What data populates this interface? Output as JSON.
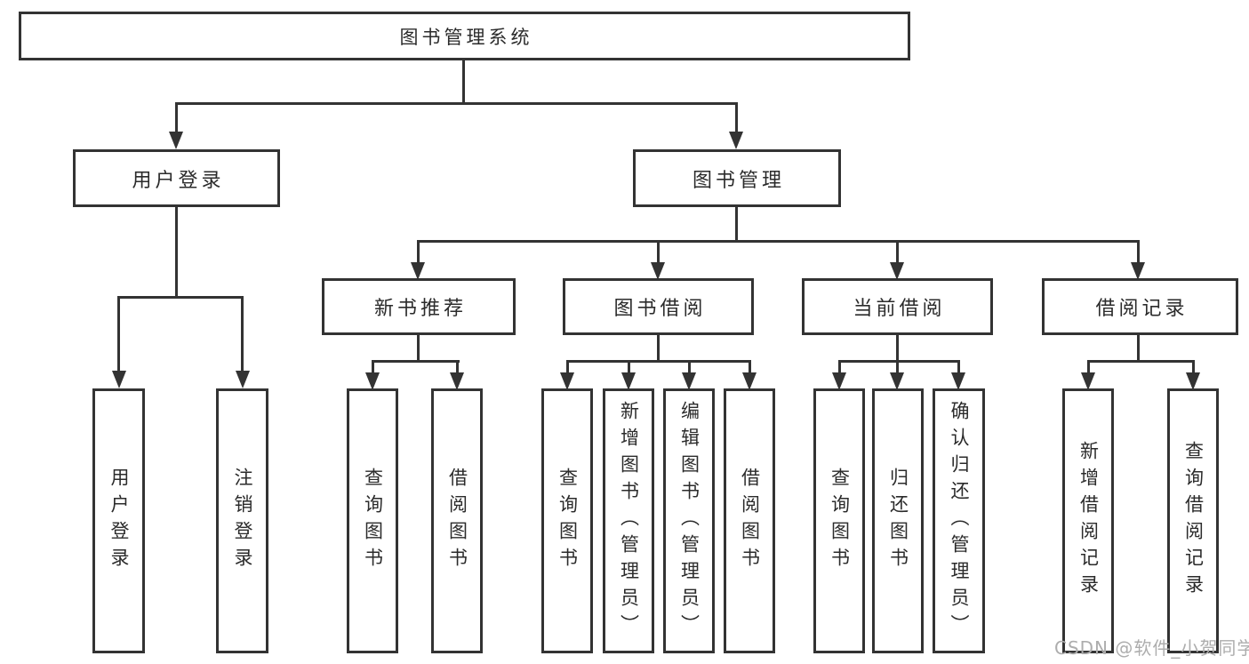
{
  "tree": {
    "root": {
      "label": "图书管理系统"
    },
    "branches": [
      {
        "label": "用户登录",
        "children": [
          {
            "label": "用户登录"
          },
          {
            "label": "注销登录"
          }
        ]
      },
      {
        "label": "图书管理",
        "children": [
          {
            "label": "新书推荐",
            "children": [
              {
                "label": "查询图书"
              },
              {
                "label": "借阅图书"
              }
            ]
          },
          {
            "label": "图书借阅",
            "children": [
              {
                "label": "查询图书"
              },
              {
                "label": "新增图书（管理员）"
              },
              {
                "label": "编辑图书（管理员）"
              },
              {
                "label": "借阅图书"
              }
            ]
          },
          {
            "label": "当前借阅",
            "children": [
              {
                "label": "查询图书"
              },
              {
                "label": "归还图书"
              },
              {
                "label": "确认归还（管理员）"
              }
            ]
          },
          {
            "label": "借阅记录",
            "children": [
              {
                "label": "新增借阅记录"
              },
              {
                "label": "查询借阅记录"
              }
            ]
          }
        ]
      }
    ]
  },
  "watermark": {
    "text": "CSDN @软件_小贺同学"
  },
  "colors": {
    "line": "#333333",
    "box_border": "#333333",
    "box_fill": "#ffffff",
    "text": "#2b2b2b",
    "watermark": "#adadad",
    "background": "#ffffff"
  }
}
